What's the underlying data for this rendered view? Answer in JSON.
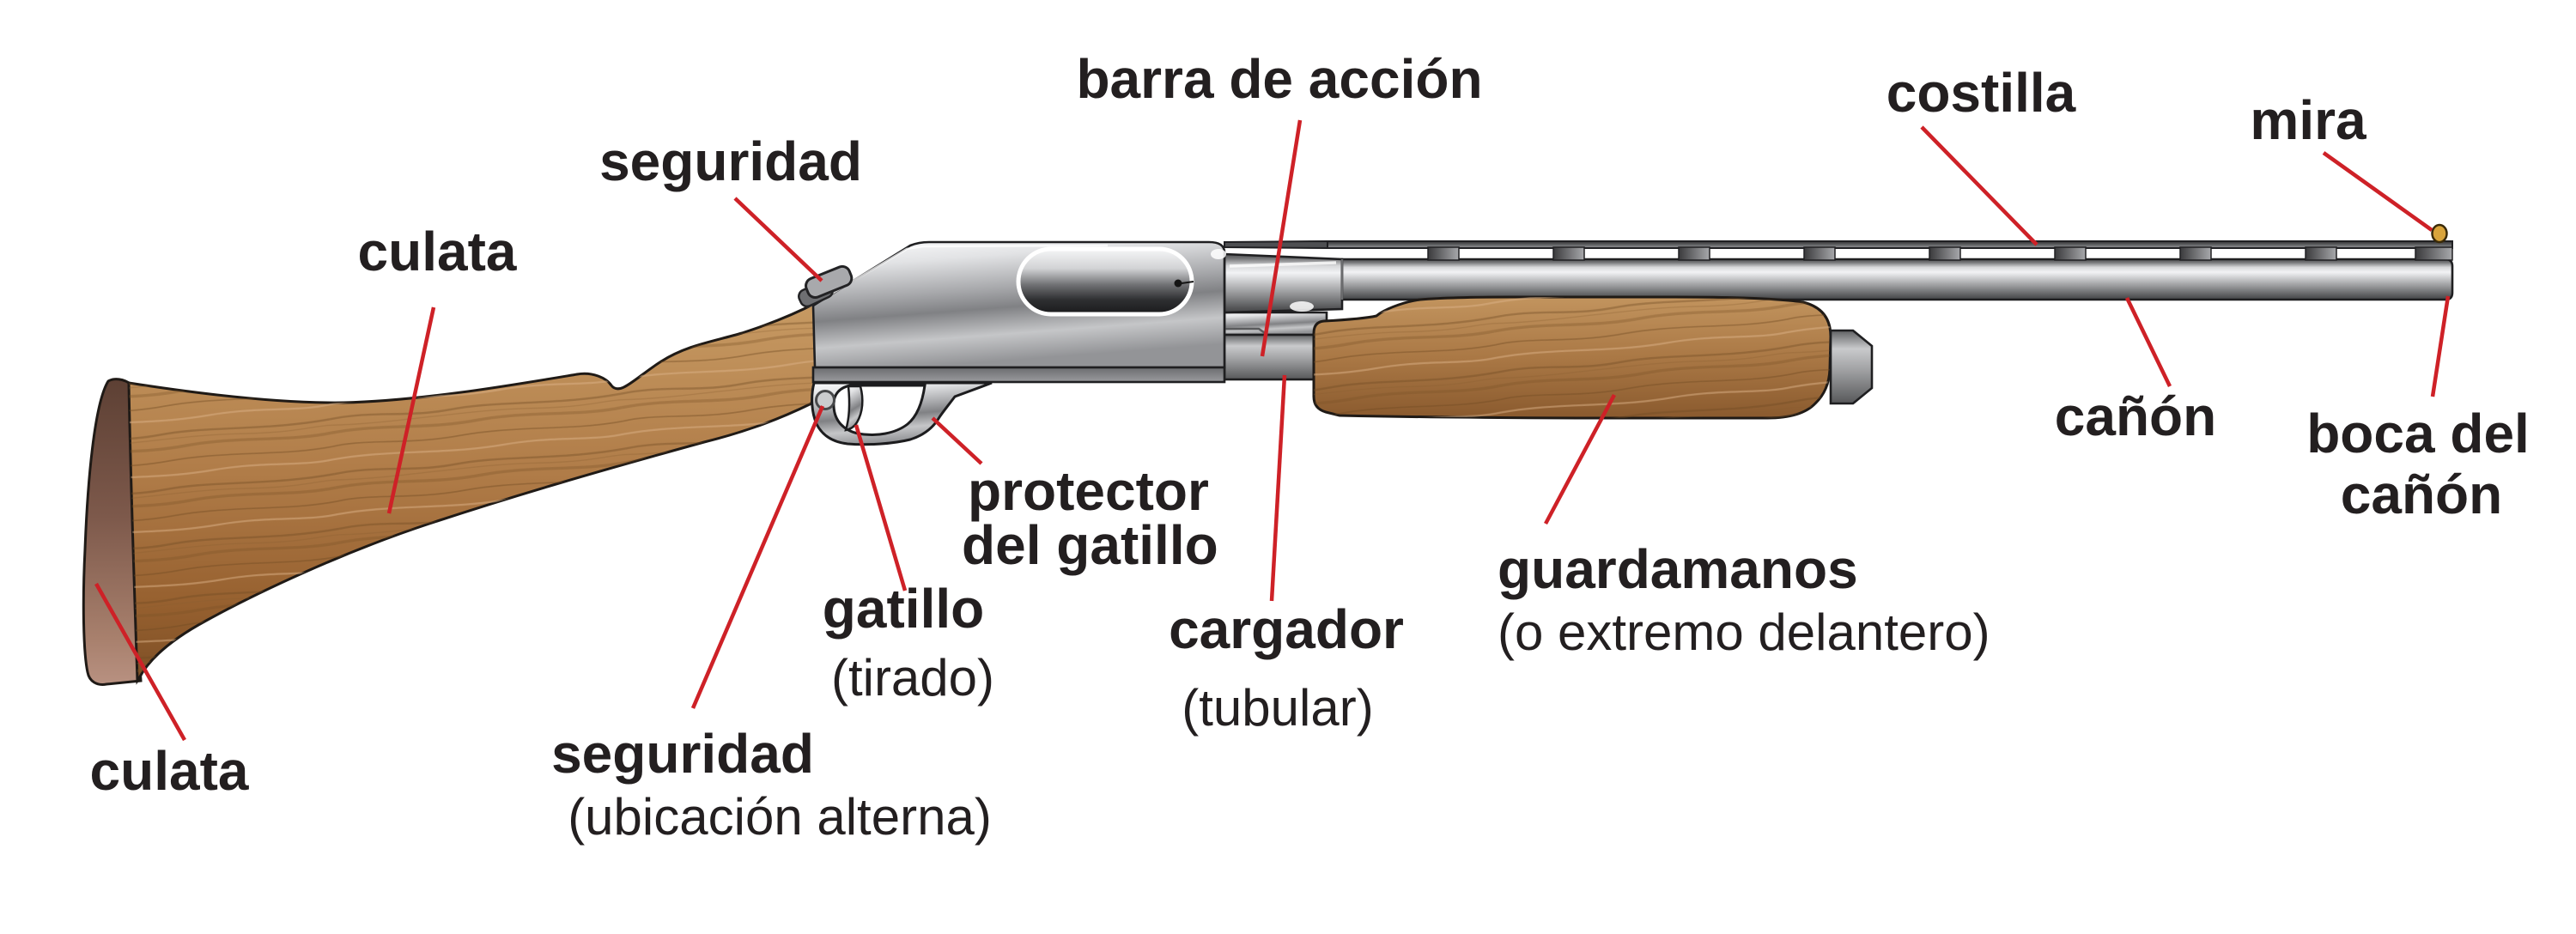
{
  "figure": {
    "type": "labeled-diagram",
    "subject": "escopeta (diagrama de partes)",
    "background": "#ffffff",
    "leader_color": "#ce2127",
    "text_color": "#231f20",
    "labels": {
      "barra_de_accion": "barra de acción",
      "seguridad": "seguridad",
      "culata_superior": "culata",
      "costilla": "costilla",
      "mira": "mira",
      "canon": "cañón",
      "boca_del_canon_1": "boca del",
      "boca_del_canon_2": "cañón",
      "protector_1": "protector",
      "protector_2": "del gatillo",
      "gatillo_1": "gatillo",
      "gatillo_2": "(tirado)",
      "seguridad_alterna_1": "seguridad",
      "seguridad_alterna_2": "(ubicación alterna)",
      "cargador_1": "cargador",
      "cargador_2": "(tubular)",
      "guardamanos_1": "guardamanos",
      "guardamanos_2": "(o extremo delantero)",
      "culata_inferior": "culata"
    },
    "part_colors": {
      "wood": "#b07c48",
      "wood_grain": "#6f4a22",
      "recoil_pad": "#7d594b",
      "metal": "#a7a8ab",
      "sight_bead": "#d9a43b"
    }
  }
}
